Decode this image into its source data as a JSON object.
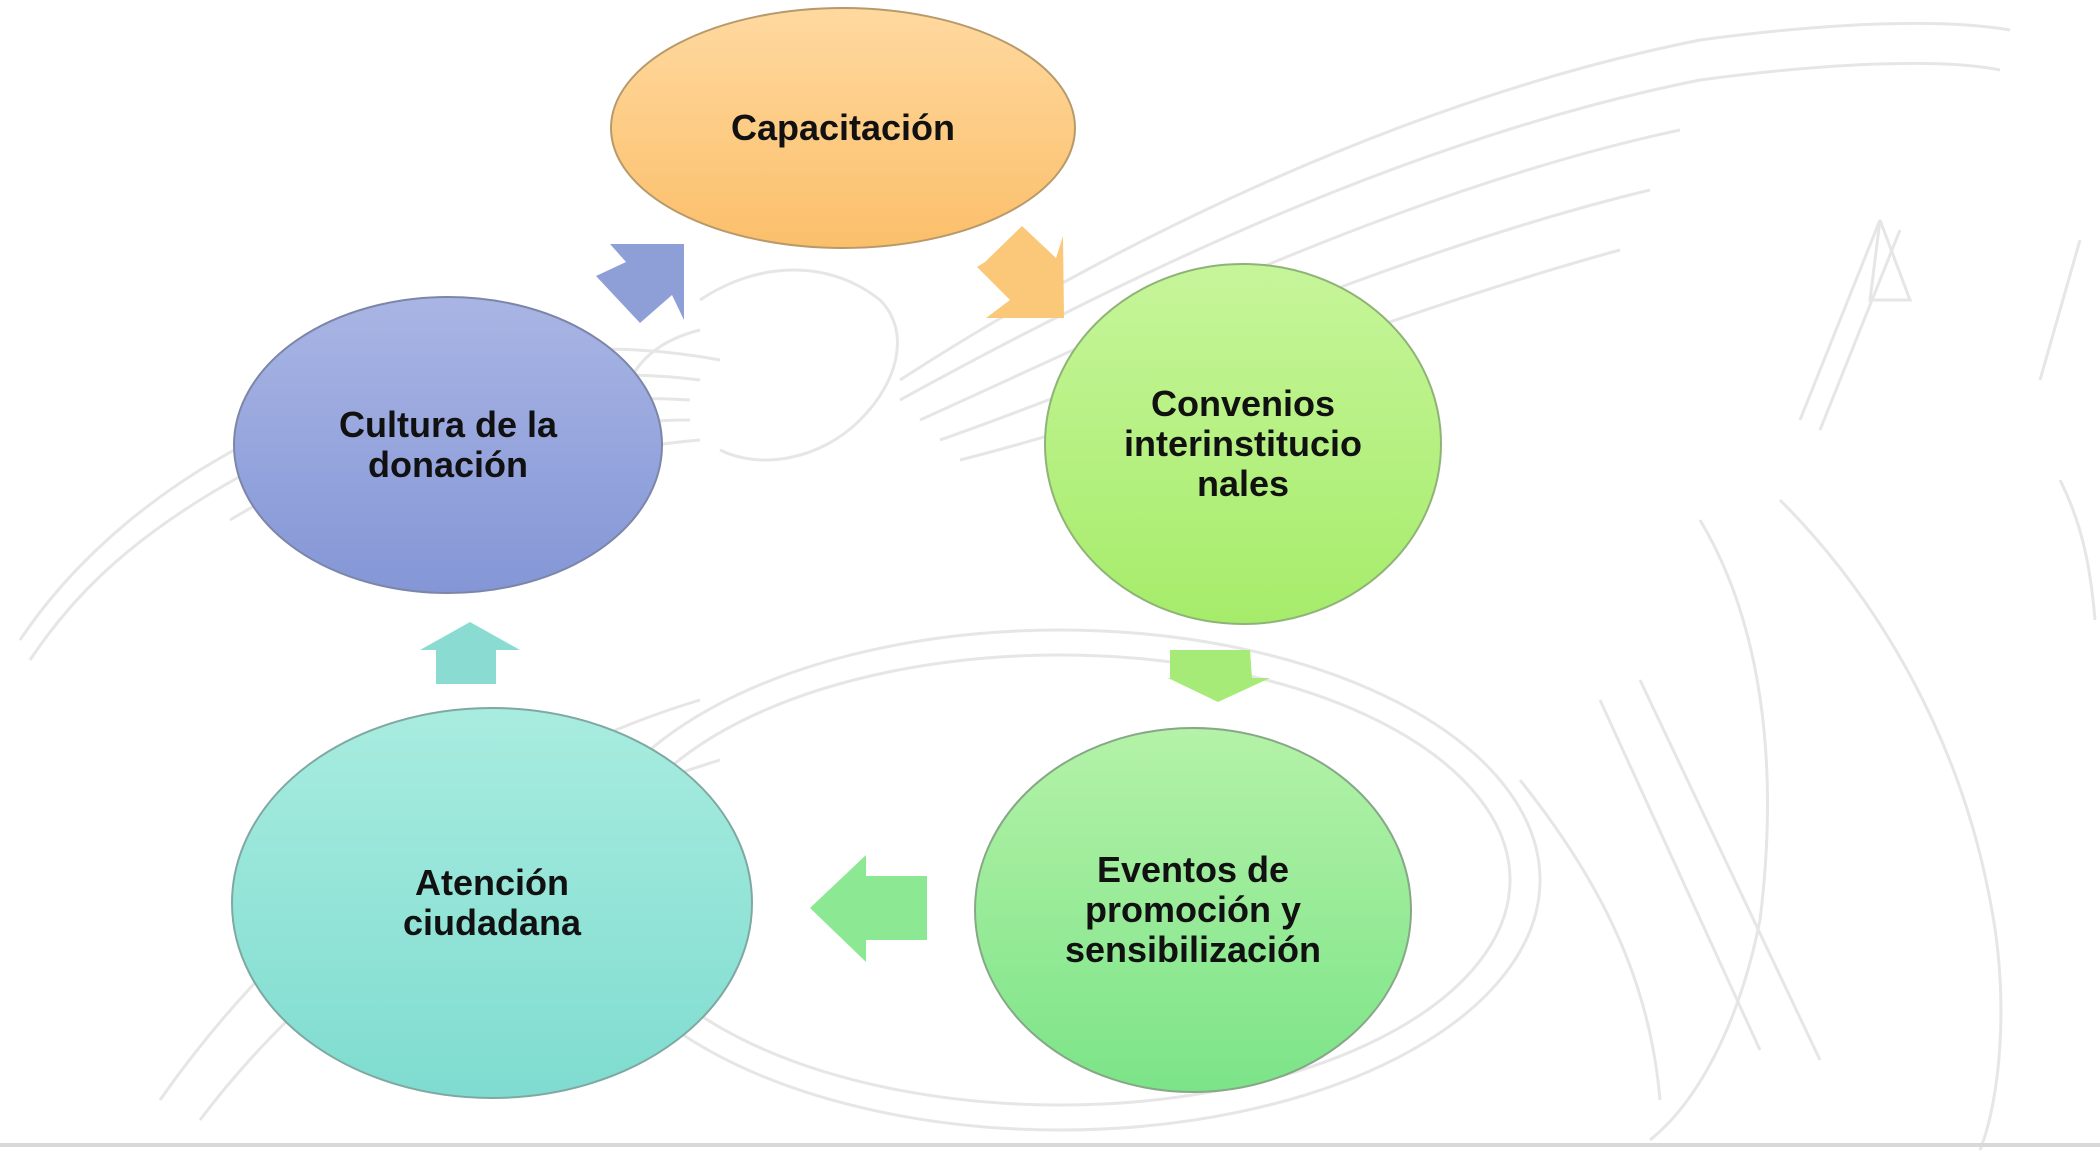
{
  "diagram": {
    "type": "cycle",
    "nodes": [
      {
        "id": "capacitacion",
        "label": "Capacitación",
        "color_top": "#ffd9a0",
        "color_bottom": "#fbbf6a",
        "stroke": "#b89a6a"
      },
      {
        "id": "convenios",
        "label": "Convenios\ninterinstitucio\nnales",
        "color_top": "#c6f59a",
        "color_bottom": "#a6ec6a",
        "stroke": "#8fb377"
      },
      {
        "id": "eventos",
        "label": "Eventos de\npromoción y\nsensibilización",
        "color_top": "#b4f2a8",
        "color_bottom": "#7ce488",
        "stroke": "#86a886"
      },
      {
        "id": "atencion",
        "label": "Atención\nciudadana",
        "color_top": "#a8ecdf",
        "color_bottom": "#7fdcd0",
        "stroke": "#7fa8a2"
      },
      {
        "id": "cultura",
        "label": "Cultura de la\ndonación",
        "color_top": "#a9b5e4",
        "color_bottom": "#8496d6",
        "stroke": "#7c86a8"
      }
    ],
    "arrows": [
      {
        "from": "capacitacion",
        "to": "convenios",
        "color": "#fac878",
        "icon": "arrow-down-right-icon"
      },
      {
        "from": "convenios",
        "to": "eventos",
        "color": "#a6ea78",
        "icon": "arrow-down-icon"
      },
      {
        "from": "eventos",
        "to": "atencion",
        "color": "#8de894",
        "icon": "arrow-left-icon"
      },
      {
        "from": "atencion",
        "to": "cultura",
        "color": "#8adcd2",
        "icon": "arrow-up-icon"
      },
      {
        "from": "cultura",
        "to": "capacitacion",
        "color": "#8e9fd8",
        "icon": "arrow-up-right-icon"
      }
    ],
    "background": {
      "icon": "coat-of-arms-watermark-icon"
    }
  }
}
